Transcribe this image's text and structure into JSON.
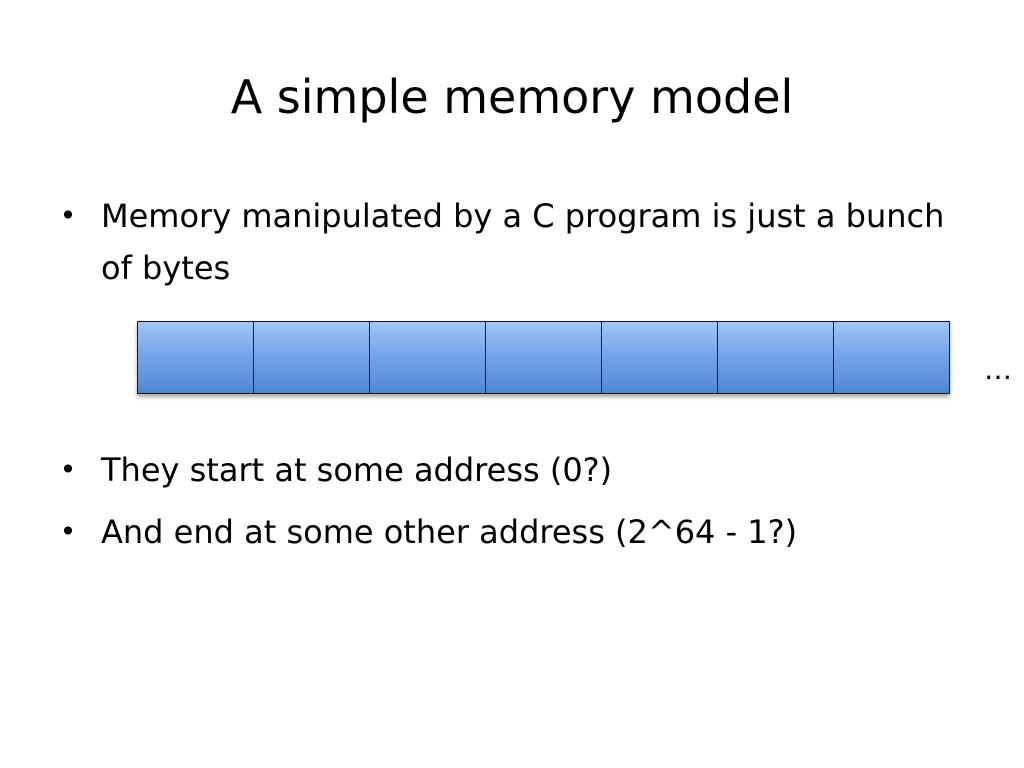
{
  "slide": {
    "title": "A simple memory model",
    "bullets_top": [
      {
        "marker": "•",
        "text": "Memory manipulated by a C program is just a bunch of bytes"
      }
    ],
    "memory_diagram": {
      "cells": [
        "",
        "",
        "",
        "",
        "",
        "",
        ""
      ],
      "cell_color": "#5b8fdc",
      "continuation": "…"
    },
    "bullets_bottom": [
      {
        "marker": "•",
        "text": "They start at some address (0?)"
      },
      {
        "marker": "•",
        "text": "And end at some other address (2^64 - 1?)"
      }
    ]
  }
}
